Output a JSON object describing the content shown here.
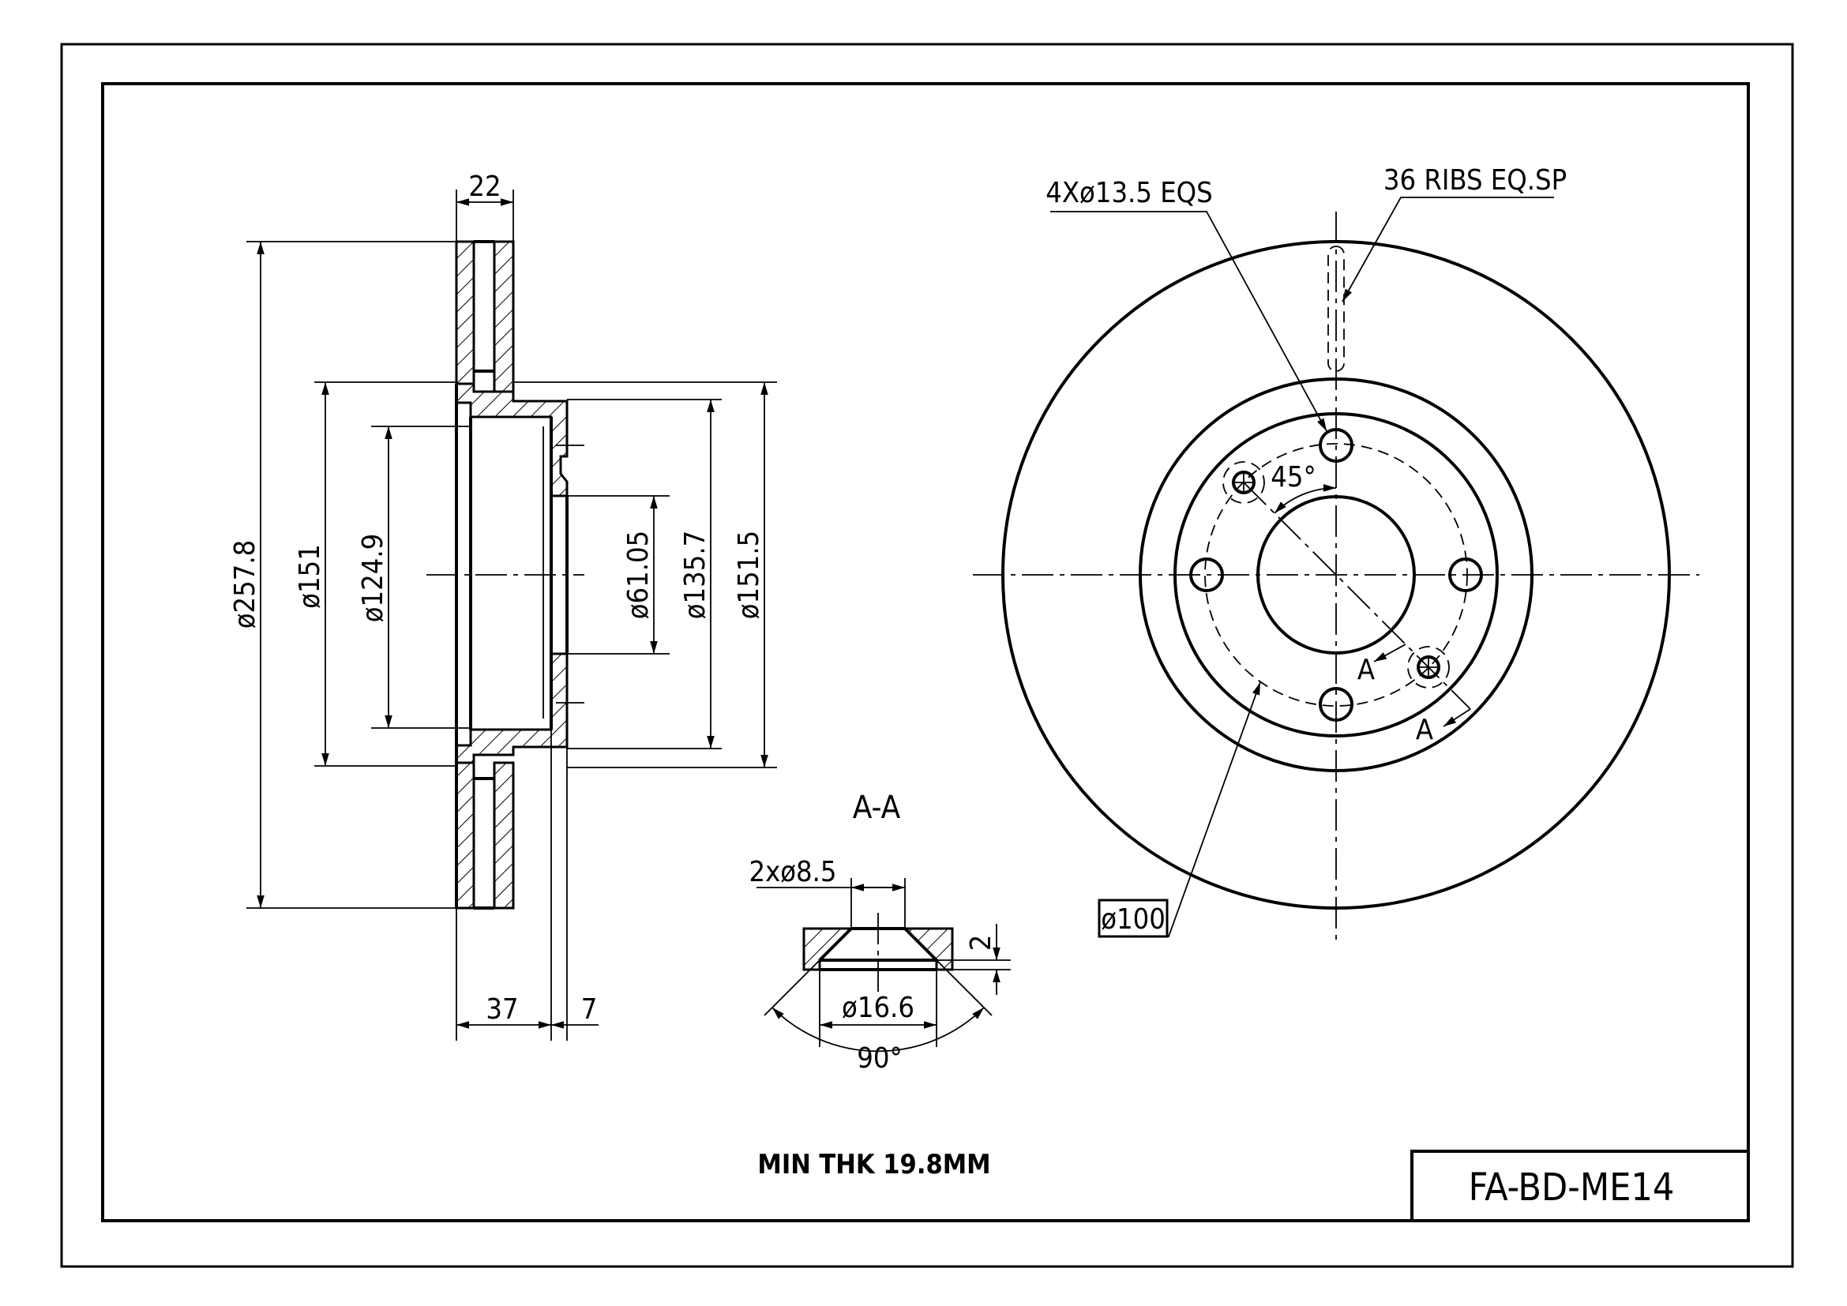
{
  "drawing": {
    "part_number": "FA-BD-ME14",
    "note": "MIN THK 19.8MM",
    "section_title": "A-A",
    "side_view": {
      "dims": {
        "thickness_top": "22",
        "outer_diameter": "ø257.8",
        "d151": "ø151",
        "d124_9": "ø124.9",
        "d61_05": "ø61.05",
        "d135_7": "ø135.7",
        "d151_5": "ø151.5",
        "offset_37": "37",
        "hub_7": "7"
      }
    },
    "front_view": {
      "bolt_holes": "4Xø13.5 EQS",
      "ribs": "36 RIBS EQ.SP",
      "angle": "45°",
      "pcd": "ø100",
      "section_mark_1": "A",
      "section_mark_2": "A"
    },
    "section_view": {
      "holes": "2xø8.5",
      "depth": "2",
      "counterbore": "ø16.6",
      "angle": "90°"
    }
  }
}
